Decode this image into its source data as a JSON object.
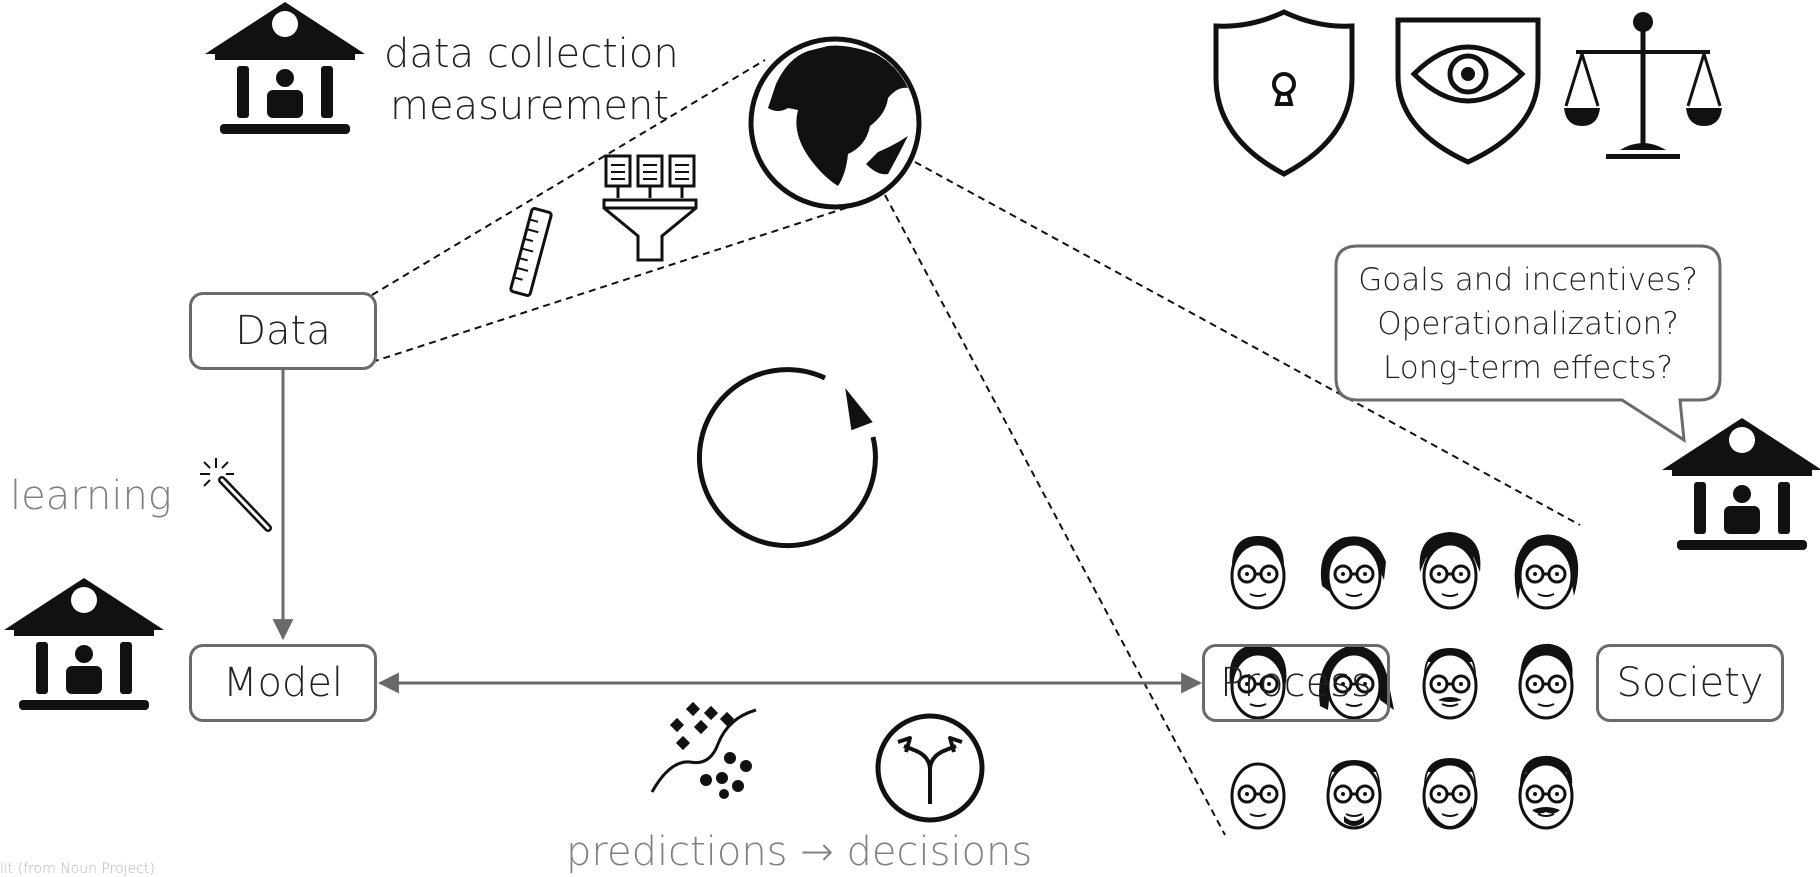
{
  "labels": {
    "data_collection": "data collection",
    "measurement": "measurement",
    "learning": "learning",
    "predictions_decisions": "predictions → decisions",
    "credit": "lit (from Noun Project)"
  },
  "boxes": {
    "data": "Data",
    "model": "Model",
    "process": "Process",
    "society": "Society"
  },
  "bubble": {
    "line1": "Goals and incentives?",
    "line2": "Operationalization?",
    "line3": "Long-term effects?"
  },
  "icons": [
    "institution-icon",
    "globe-icon",
    "ruler-icon",
    "data-funnel-icon",
    "magic-wand-icon",
    "cycle-arrow-icon",
    "scatter-classifier-icon",
    "decision-fork-icon",
    "privacy-shield-icon",
    "surveillance-shield-icon",
    "justice-scales-icon",
    "people-faces-icon"
  ]
}
